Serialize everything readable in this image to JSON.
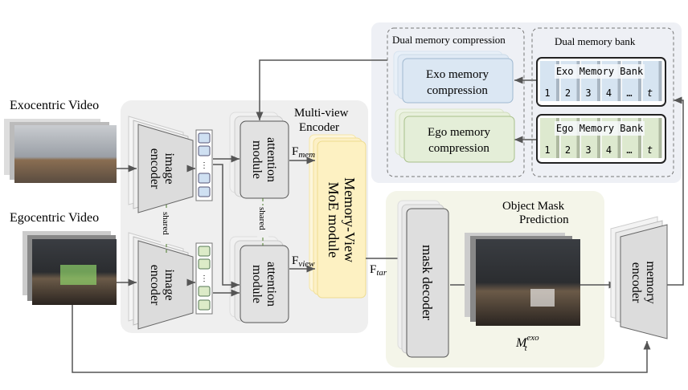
{
  "labels": {
    "exo_video": "Exocentric Video",
    "ego_video": "Egocentric Video",
    "image_encoder_line1": "image",
    "image_encoder_line2": "encoder",
    "shared": "shared",
    "attention_line1": "attention",
    "attention_line2": "module",
    "multi_view_encoder_line1": "Multi-view",
    "multi_view_encoder_line2": "Encoder",
    "f_mem": "F",
    "f_mem_sub": "mem",
    "f_view": "F",
    "f_view_sub": "view",
    "f_tar": "F",
    "f_tar_sub": "tar",
    "moe_line1": "Memory-View",
    "moe_line2": "MoE module",
    "dual_memory_compression": "Dual memory compression",
    "dual_memory_bank": "Dual memory bank",
    "exo_compression_line1": "Exo memory",
    "exo_compression_line2": "compression",
    "ego_compression_line1": "Ego memory",
    "ego_compression_line2": "compression",
    "exo_bank": "Exo Memory Bank",
    "ego_bank": "Ego Memory Bank",
    "bank_slots": [
      "1",
      "2",
      "3",
      "4",
      "…",
      "t"
    ],
    "object_mask_line1": "Object Mask",
    "object_mask_line2": "Prediction",
    "mask_decoder": "mask decoder",
    "mask_label": "M",
    "mask_label_sub": "t",
    "mask_label_sup": "exo",
    "memory_encoder_line1": "memory",
    "memory_encoder_line2": "encoder"
  },
  "colors": {
    "exo": "#dbe7f3",
    "ego": "#e4eed8",
    "moe": "#fdf1c2",
    "panel": "#eef0f5",
    "encoder_bg": "#efefef",
    "mask_bg": "#f4f5e9"
  }
}
